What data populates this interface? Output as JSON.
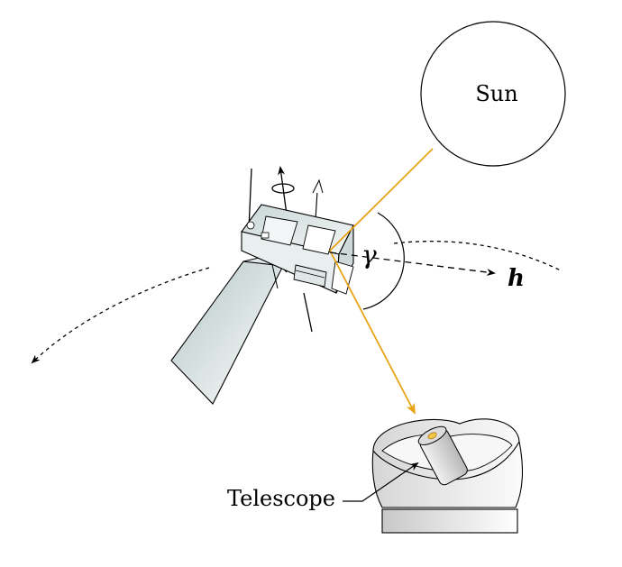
{
  "labels": {
    "sun": "Sun",
    "telescope": "Telescope",
    "angle": "γ",
    "direction": "h"
  },
  "colors": {
    "ray": "#e8a317",
    "line": "#000000",
    "panel_dark": "#b8c8c8",
    "panel_light": "#ffffff",
    "body_fill": "#dde6e6",
    "dome_fill": "#efefef"
  }
}
